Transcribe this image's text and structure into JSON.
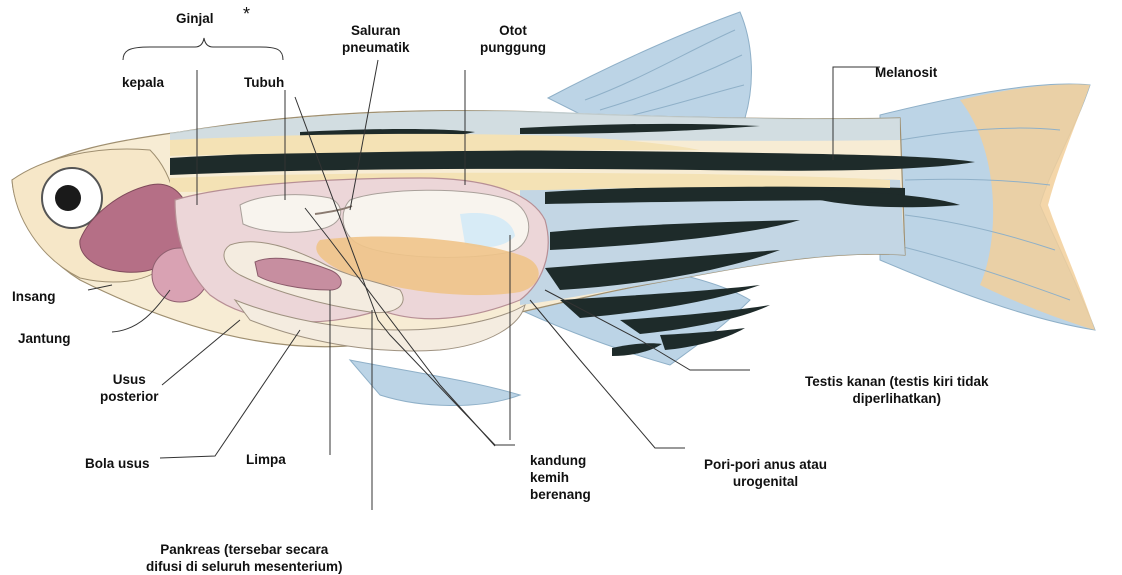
{
  "labels": {
    "ginjal": "Ginjal",
    "asterisk": "*",
    "kepala": "kepala",
    "tubuh": "Tubuh",
    "saluran_pneumatik": "Saluran\npneumatik",
    "otot_punggung": "Otot\npunggung",
    "melanosit": "Melanosit",
    "insang": "Insang",
    "jantung": "Jantung",
    "usus_posterior": "Usus\nposterior",
    "bola_usus": "Bola usus",
    "limpa": "Limpa",
    "kandung_kemih_berenang": "kandung\nkemih\nberenang",
    "pori_pori": "Pori-pori anus atau\nurogenital",
    "testis": "Testis kanan (testis kiri tidak\ndiperlihatkan)",
    "pankreas": "Pankreas (tersebar secara\ndifusi di seluruh mesenterium)"
  },
  "colors": {
    "fin_blue": "#bcd4e6",
    "fin_blue_dark": "#a7c2d8",
    "stripe_dark": "#1e2b2a",
    "stripe_cream": "#f4e2b5",
    "body_cream": "#f7ecd4",
    "head_cream": "#f6e7c8",
    "tail_orange": "#f2cf9a",
    "organ_pink": "#b56f86",
    "organ_pink_light": "#d9a2b3",
    "kidney": "#9b4860",
    "swim_bladder": "#f8f4ee",
    "gonad_orange": "#f0c48a",
    "leader_line": "#333333"
  }
}
